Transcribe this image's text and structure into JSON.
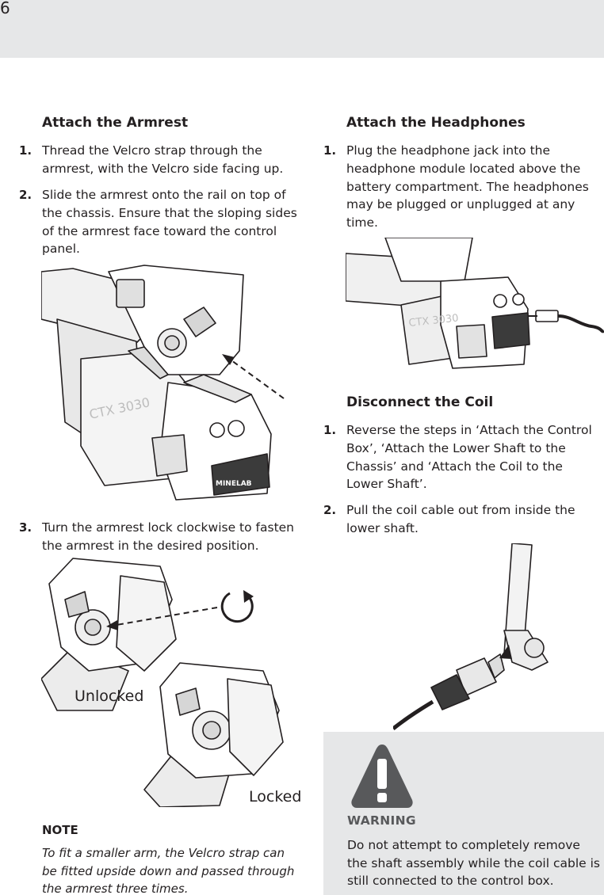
{
  "page_number": "6",
  "armrest": {
    "heading": "Attach the Armrest",
    "steps": [
      {
        "num": "1.",
        "text": "Thread the Velcro strap through the armrest, with the Velcro side facing up."
      },
      {
        "num": "2.",
        "text": "Slide the armrest onto the rail on top of the chassis. Ensure that the sloping sides of the armrest face toward the control panel."
      },
      {
        "num": "3.",
        "text": "Turn the armrest lock clockwise to fasten the armrest in the desired position."
      }
    ],
    "label_unlocked": "Unlocked",
    "label_locked": "Locked",
    "note_title": "NOTE",
    "note_text": "To fit a smaller arm, the Velcro strap can be fitted upside down and passed through the armrest three times."
  },
  "headphones": {
    "heading": "Attach the Headphones",
    "steps": [
      {
        "num": "1.",
        "text": "Plug the headphone jack into the headphone module located above the battery compartment. The headphones may be plugged or unplugged at any time."
      }
    ]
  },
  "coil": {
    "heading": "Disconnect the Coil",
    "steps": [
      {
        "num": "1.",
        "text": "Reverse the steps in ‘Attach the Control Box’, ‘Attach the Lower Shaft to the Chassis’ and ‘Attach the Coil to the Lower Shaft’."
      },
      {
        "num": "2.",
        "text": "Pull the coil cable out from inside the lower shaft."
      }
    ]
  },
  "warning": {
    "label": "WARNING",
    "text": "Do not attempt to completely remove the shaft assembly while the coil cable is still connected to the control box."
  },
  "product_label": "CTX 3030",
  "brand_logo": "MINELAB",
  "icons": [
    "warning-icon",
    "clockwise-arrow-icon"
  ],
  "colors": {
    "header_band": "#e6e7e8",
    "warning_box": "#e6e7e8",
    "warning_icon": "#58595b",
    "text": "#231f20"
  }
}
